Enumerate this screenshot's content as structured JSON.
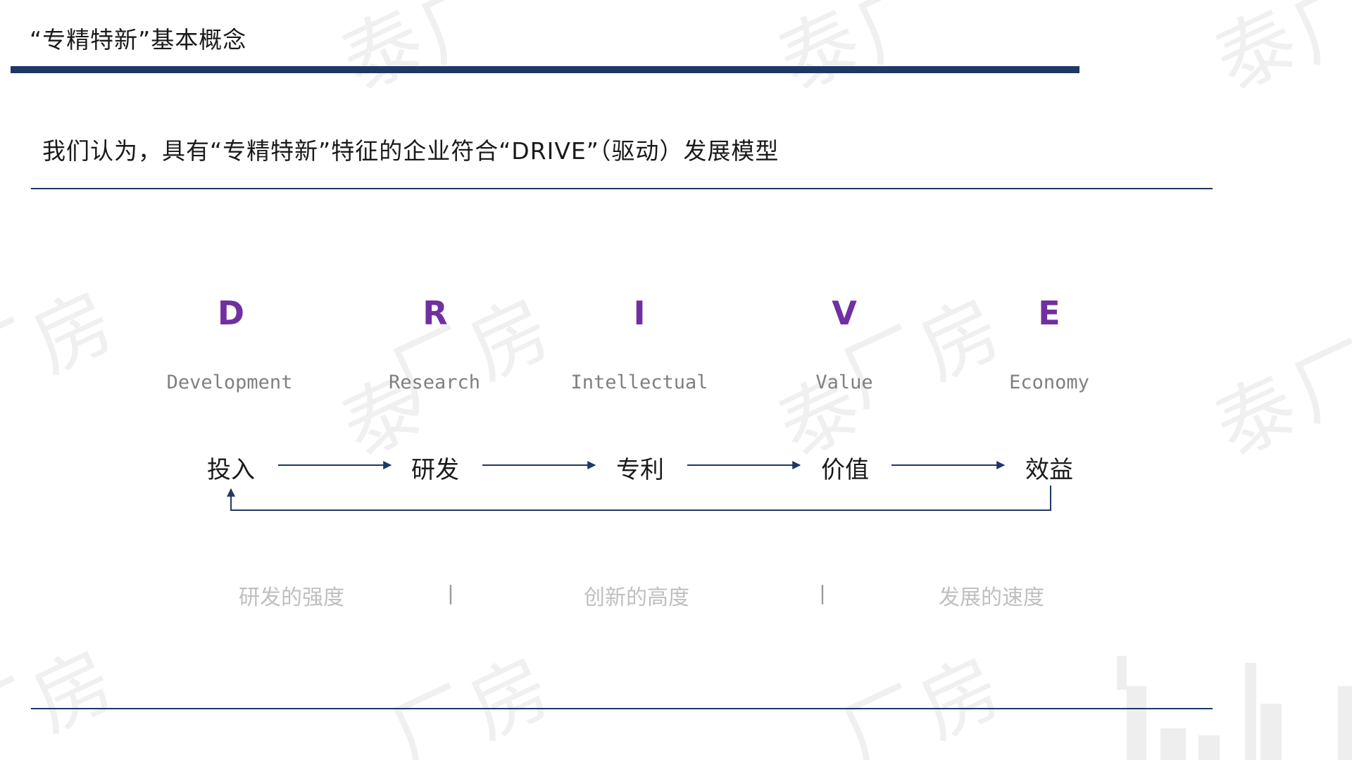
{
  "title": "“专精特新”基本概念",
  "subtitle": "我们认为，具有“专精特新”特征的企业符合“DRIVE”（驱动）发展模型",
  "watermark": {
    "text_a": "泰",
    "text_b": "厂",
    "text_c": "房"
  },
  "model": {
    "letters": [
      {
        "letter": "D",
        "word": "Development",
        "stage": "投入"
      },
      {
        "letter": "R",
        "word": "Research",
        "stage": "研发"
      },
      {
        "letter": "I",
        "word": "Intellectual",
        "stage": "专利"
      },
      {
        "letter": "V",
        "word": "Value",
        "stage": "价值"
      },
      {
        "letter": "E",
        "word": "Economy",
        "stage": "效益"
      }
    ]
  },
  "dimensions": {
    "items": [
      "研发的强度",
      "创新的高度",
      "发展的速度"
    ],
    "separator": "|"
  },
  "colors": {
    "accent_purple": "#7030a0",
    "navy": "#1f3864",
    "gray_text": "#7f7f7f",
    "light_gray": "#bfbfbf"
  }
}
